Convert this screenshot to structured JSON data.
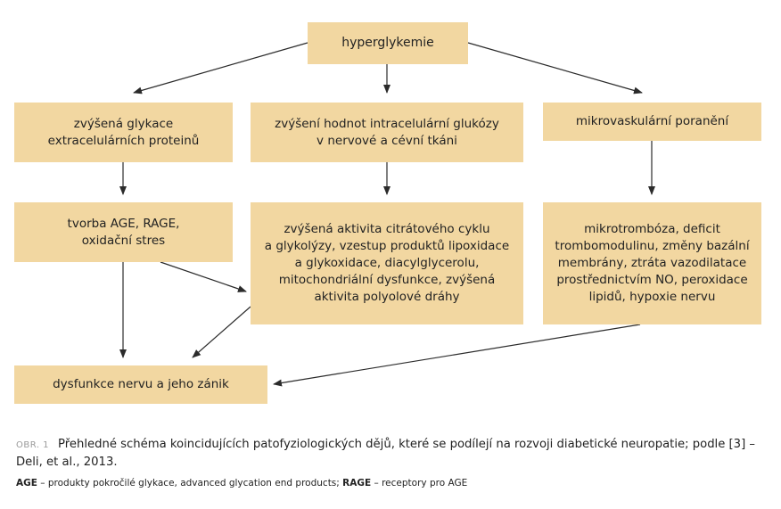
{
  "diagram": {
    "nodes": {
      "hyper": [
        "hyperglykemie"
      ],
      "glyk": [
        "zvýšená glykace",
        "extracelulárních proteinů"
      ],
      "intra": [
        "zvýšení hodnot intracelulární glukózy",
        "v nervové a cévní tkáni"
      ],
      "mikro": [
        "mikrovaskulární poranění"
      ],
      "age": [
        "tvorba AGE, RAGE,",
        "oxidační stres"
      ],
      "citr": [
        "zvýšená aktivita citrátového cyklu",
        "a glykolýzy, vzestup produktů lipoxidace",
        "a glykoxidace, diacylglycerolu,",
        "mitochondriální dysfunkce, zvýšená",
        "aktivita polyolové dráhy"
      ],
      "trom": [
        "mikrotrombóza, deficit",
        "trombomodulinu, změny bazální",
        "membrány, ztráta vazodilatace",
        "prostřednictvím NO, peroxidace",
        "lipidů, hypoxie nervu"
      ],
      "dysf": [
        "dysfunkce nervu a jeho zánik"
      ]
    },
    "edges": [
      [
        "hyper",
        "glyk"
      ],
      [
        "hyper",
        "intra"
      ],
      [
        "hyper",
        "mikro"
      ],
      [
        "glyk",
        "age"
      ],
      [
        "intra",
        "citr"
      ],
      [
        "mikro",
        "trom"
      ],
      [
        "age",
        "dysf"
      ],
      [
        "age",
        "citr"
      ],
      [
        "citr",
        "dysf"
      ],
      [
        "trom",
        "dysf"
      ]
    ],
    "colors": {
      "box": "#f2d7a1",
      "arrow": "#2b2b2b"
    }
  },
  "caption": {
    "label": "OBR. 1",
    "text": "Přehledné schéma koincidujících patofyziologických dějů, které se podílejí na rozvoji diabetické neuropatie; podle [3] – Deli, et al., 2013."
  },
  "footnote": {
    "abbr1": "AGE",
    "def1": " – produkty pokročilé glykace, advanced glycation end products; ",
    "abbr2": "RAGE",
    "def2": " – receptory pro AGE"
  }
}
